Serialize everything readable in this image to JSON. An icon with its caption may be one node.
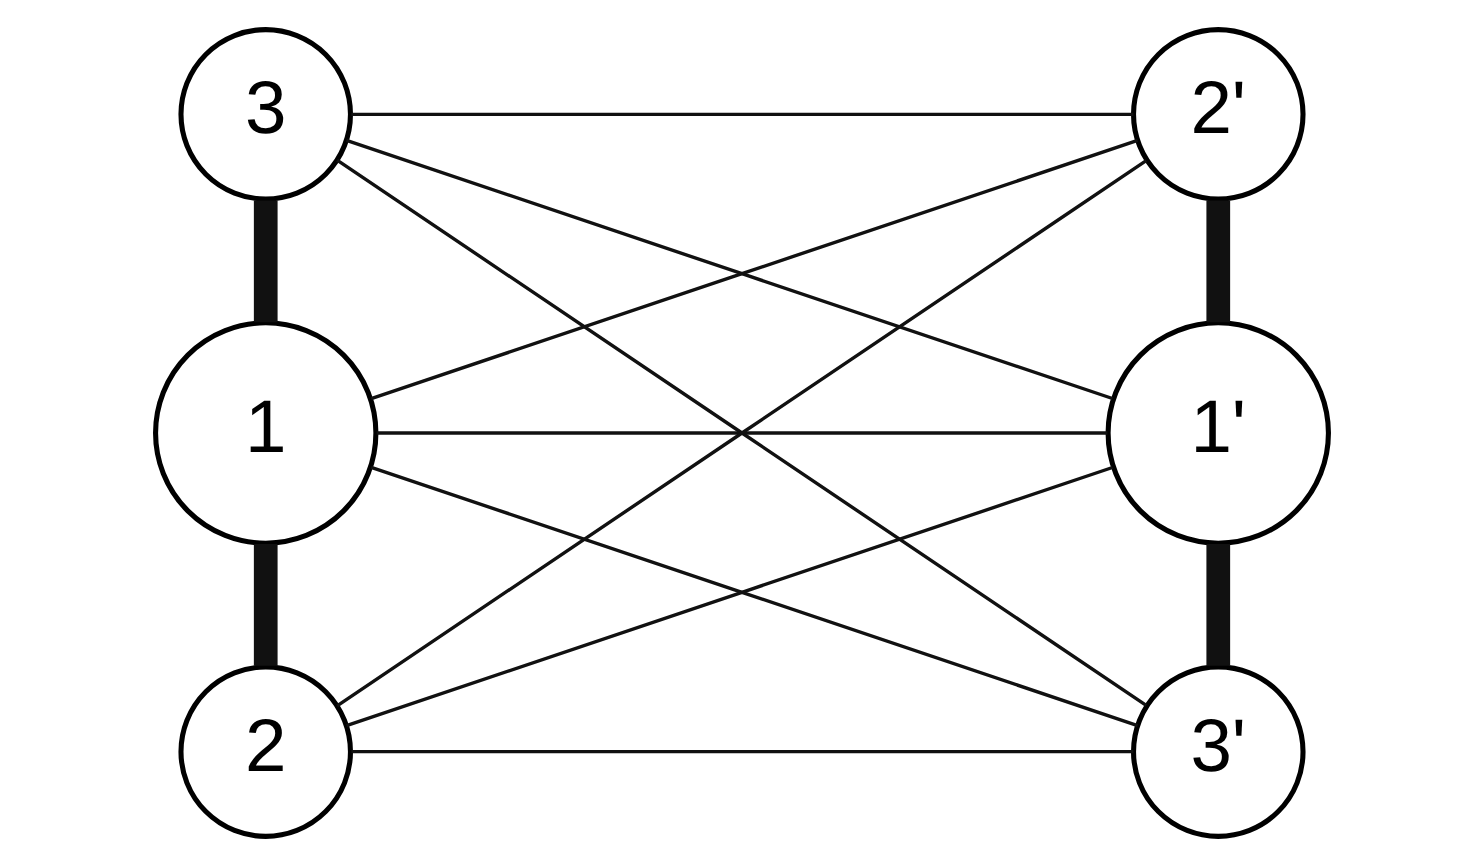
{
  "diagram": {
    "nodes": [
      {
        "text": [
          "3"
        ]
      },
      {
        "text": [
          "1"
        ]
      },
      {
        "text": [
          "2"
        ]
      },
      {
        "text": [
          "2'"
        ]
      },
      {
        "text": [
          "1'"
        ]
      },
      {
        "text": [
          "3'"
        ]
      }
    ],
    "edges": [
      {
        "from": 0,
        "to": 1,
        "arrow": "none",
        "style": "thick"
      },
      {
        "from": 1,
        "to": 2,
        "arrow": "none",
        "style": "thick"
      },
      {
        "from": 3,
        "to": 4,
        "arrow": "none",
        "style": "thick"
      },
      {
        "from": 4,
        "to": 5,
        "arrow": "none",
        "style": "thick"
      },
      {
        "from": 0,
        "to": 3,
        "arrow": "none"
      },
      {
        "from": 0,
        "to": 4,
        "arrow": "none"
      },
      {
        "from": 0,
        "to": 5,
        "arrow": "none"
      },
      {
        "from": 1,
        "to": 3,
        "arrow": "none"
      },
      {
        "from": 1,
        "to": 4,
        "arrow": "none"
      },
      {
        "from": 1,
        "to": 5,
        "arrow": "none"
      },
      {
        "from": 2,
        "to": 3,
        "arrow": "none"
      },
      {
        "from": 2,
        "to": 4,
        "arrow": "none"
      },
      {
        "from": 2,
        "to": 5,
        "arrow": "none"
      }
    ]
  }
}
